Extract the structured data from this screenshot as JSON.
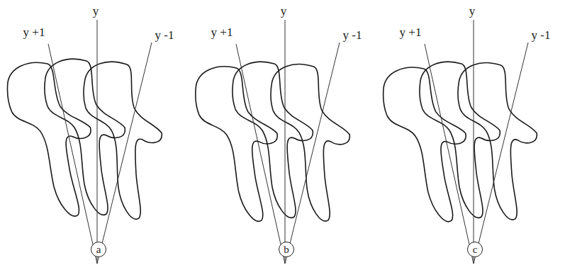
{
  "diagram": {
    "nodes": [
      {
        "text": [
          "a"
        ]
      },
      {
        "text": [
          "b"
        ]
      },
      {
        "text": [
          "c"
        ]
      }
    ],
    "labels": [
      "y +1",
      "y",
      "y -1",
      "y +1",
      "y",
      "y -1",
      "y +1",
      "y",
      "y -1"
    ]
  }
}
